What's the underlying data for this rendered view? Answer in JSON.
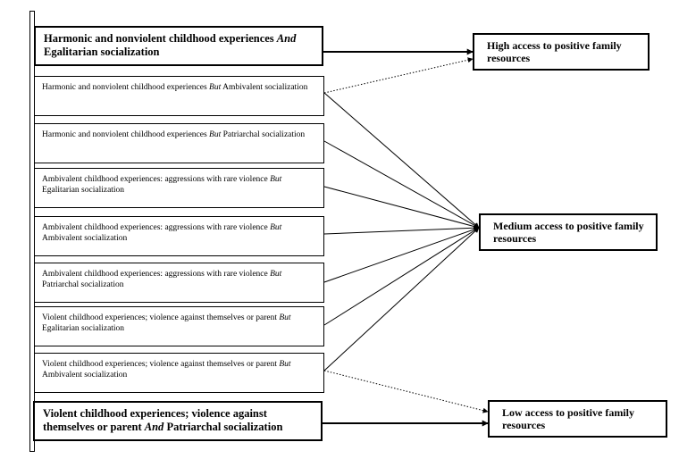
{
  "conditions": [
    {
      "pre": "Harmonic and nonviolent childhood experiences ",
      "conj": "And",
      "post": "Egalitarian socialization",
      "emphasis": true
    },
    {
      "pre": "Harmonic and nonviolent childhood experiences ",
      "conj": "But",
      "post": " Ambivalent socialization",
      "emphasis": false
    },
    {
      "pre": "Harmonic and nonviolent childhood experiences ",
      "conj": "But",
      "post": " Patriarchal socialization",
      "emphasis": false
    },
    {
      "pre": "Ambivalent childhood experiences: aggressions with rare violence ",
      "conj": "But",
      "post": " Egalitarian socialization",
      "emphasis": false
    },
    {
      "pre": "Ambivalent childhood experiences: aggressions with rare violence ",
      "conj": "But",
      "post": " Ambivalent socialization",
      "emphasis": false
    },
    {
      "pre": "Ambivalent childhood experiences: aggressions with rare violence ",
      "conj": "But",
      "post": " Patriarchal socialization",
      "emphasis": false
    },
    {
      "pre": "Violent childhood experiences; violence against themselves or parent ",
      "conj": "But",
      "post": " Egalitarian socialization",
      "emphasis": false
    },
    {
      "pre": "Violent childhood experiences; violence against themselves or parent ",
      "conj": "But",
      "post": " Ambivalent socialization",
      "emphasis": false
    },
    {
      "pre": "Violent childhood experiences; violence against themselves or parent ",
      "conj": "And",
      "post": " Patriarchal socialization",
      "emphasis": true
    }
  ],
  "outcomes": {
    "high": "High access to positive family resources",
    "medium": "Medium access to positive family resources",
    "low": "Low access to positive family resources"
  },
  "links": [
    {
      "from": 0,
      "to": "high",
      "style": "solid-bold"
    },
    {
      "from": 1,
      "to": "high",
      "style": "dotted"
    },
    {
      "from": 1,
      "to": "medium",
      "style": "solid"
    },
    {
      "from": 2,
      "to": "medium",
      "style": "solid"
    },
    {
      "from": 3,
      "to": "medium",
      "style": "solid"
    },
    {
      "from": 4,
      "to": "medium",
      "style": "solid"
    },
    {
      "from": 5,
      "to": "medium",
      "style": "solid"
    },
    {
      "from": 6,
      "to": "medium",
      "style": "solid"
    },
    {
      "from": 7,
      "to": "medium",
      "style": "solid"
    },
    {
      "from": 7,
      "to": "low",
      "style": "dotted"
    },
    {
      "from": 8,
      "to": "low",
      "style": "solid-bold"
    }
  ]
}
